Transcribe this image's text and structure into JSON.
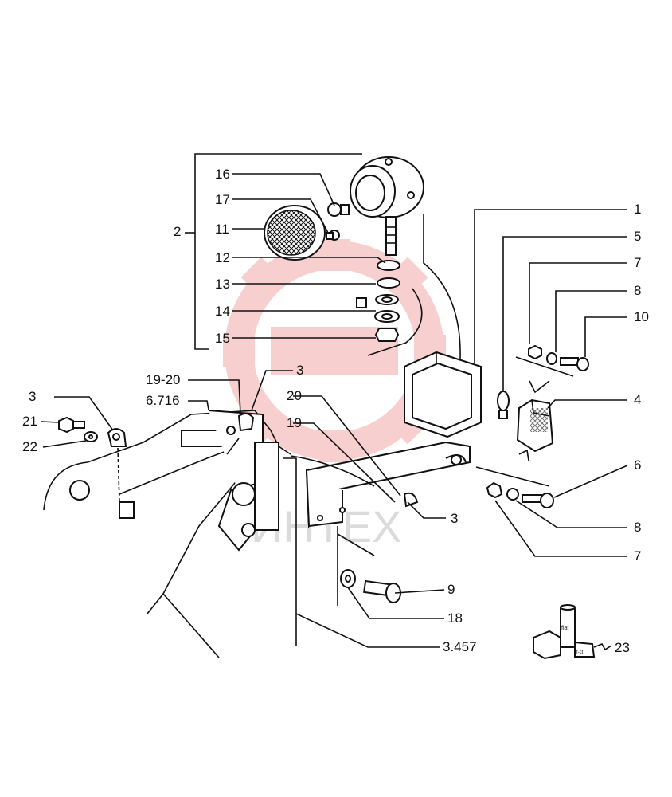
{
  "watermark": {
    "text": "ИНТЕХ",
    "color": "#e32b2b"
  },
  "callouts": {
    "l2": "2",
    "l16": "16",
    "l17": "17",
    "l11": "11",
    "l12": "12",
    "l13": "13",
    "l14": "14",
    "l15": "15",
    "l1": "1",
    "l5": "5",
    "l7a": "7",
    "l8a": "8",
    "l10": "10",
    "l4": "4",
    "l6": "6",
    "l8b": "8",
    "l7b": "7",
    "l1920": "19-20",
    "l3a": "3",
    "l6716": "6.716",
    "l3b": "3",
    "l21": "21",
    "l22": "22",
    "l20": "20",
    "l19": "19",
    "l3c": "3",
    "l9": "9",
    "l18": "18",
    "l3457": "3.457",
    "l23": "23"
  },
  "kit_box": {
    "text1": "fiat",
    "text2": "f-ct"
  }
}
